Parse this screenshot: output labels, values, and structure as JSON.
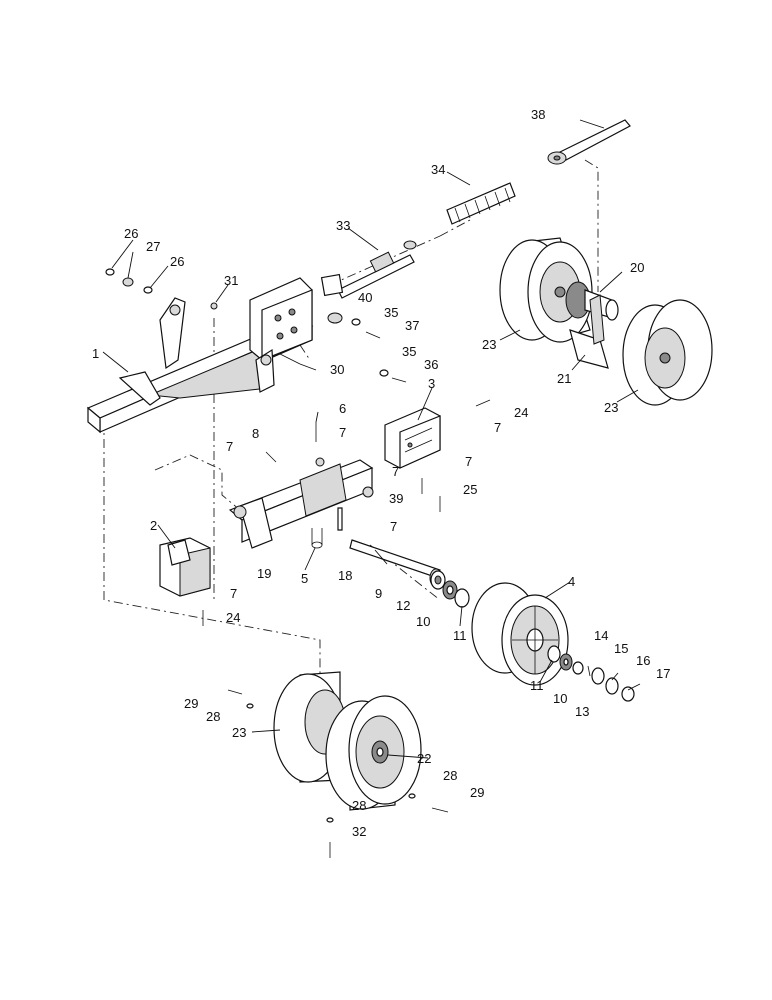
{
  "callouts": {
    "c1": "1",
    "c2": "2",
    "c3": "3",
    "c4": "4",
    "c5": "5",
    "c6": "6",
    "c7a": "7",
    "c7b": "7",
    "c7c": "7",
    "c7d": "7",
    "c7e": "7",
    "c7f": "7",
    "c7g": "7",
    "c8": "8",
    "c9": "9",
    "c10a": "10",
    "c10b": "10",
    "c11a": "11",
    "c11b": "11",
    "c12": "12",
    "c13": "13",
    "c14": "14",
    "c15": "15",
    "c16": "16",
    "c17": "17",
    "c18": "18",
    "c19": "19",
    "c20": "20",
    "c21": "21",
    "c22": "22",
    "c23a": "23",
    "c23b": "23",
    "c23c": "23",
    "c24a": "24",
    "c24b": "24",
    "c25": "25",
    "c26a": "26",
    "c26b": "26",
    "c27": "27",
    "c28a": "28",
    "c28b": "28",
    "c28c": "28",
    "c29a": "29",
    "c29b": "29",
    "c30": "30",
    "c31": "31",
    "c32": "32",
    "c33": "33",
    "c34": "34",
    "c35a": "35",
    "c35b": "35",
    "c36": "36",
    "c37": "37",
    "c38": "38",
    "c39": "39",
    "c40": "40"
  }
}
